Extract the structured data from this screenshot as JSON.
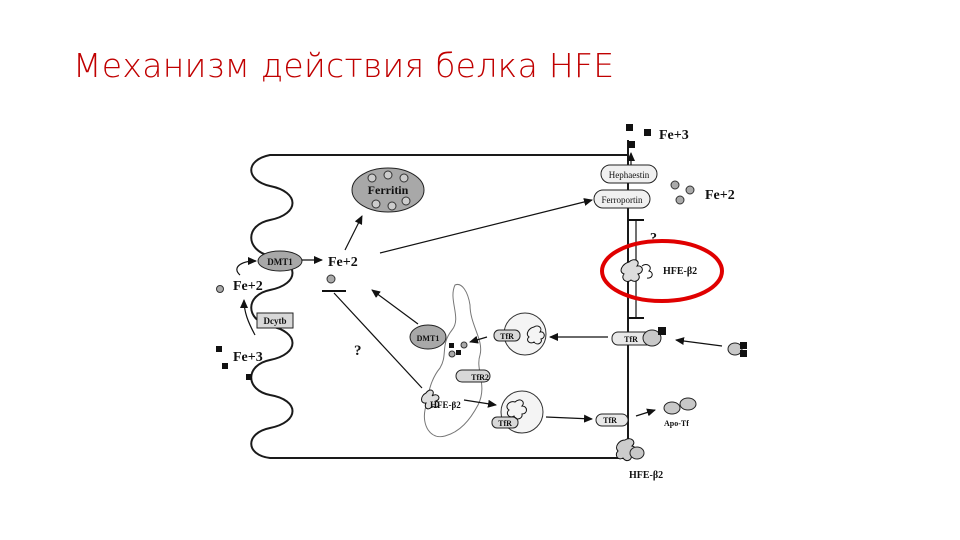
{
  "slide": {
    "title": "Механизм действия белка HFE"
  },
  "diagram": {
    "labels": {
      "fe3_top": "Fe+3",
      "hephaestin": "Hephaestin",
      "ferroportin": "Ferroportin",
      "fe2_right": "Fe+2",
      "ferritin": "Ferritin",
      "q_top": "?",
      "hfe_b2_membrane": "HFE-β2",
      "dmt1_left": "DMT1",
      "fe2_center": "Fe+2",
      "fe2_left": "Fe+2",
      "dcytb": "Dcytb",
      "fe3_left": "Fe+3",
      "q_center": "?",
      "dmt1_endosome": "DMT1",
      "tfr_endosome1": "TfR",
      "tfr_membrane1": "TfR",
      "tfr2": "TfR2",
      "hfe_b2_endosome": "HFE-β2",
      "tfr_endosome2": "TfR",
      "tfr_membrane2": "TfR",
      "apo_tf": "Apo-Tf",
      "hfe_b2_bottom": "HFE-β2"
    },
    "colors": {
      "highlight": "#e00000",
      "protein_fill": "#a8a8a8",
      "line": "#1a1a1a"
    }
  }
}
